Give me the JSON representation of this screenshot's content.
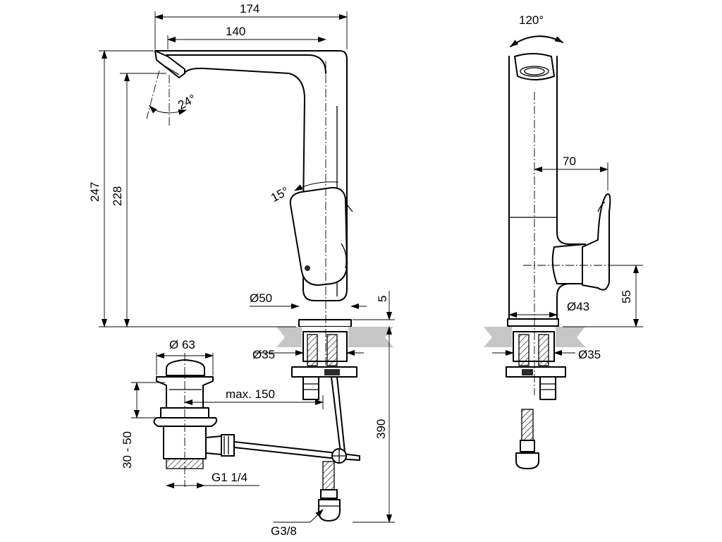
{
  "dimensions": {
    "width_total": "174",
    "width_spout": "140",
    "spout_angle": "24°",
    "height_total": "247",
    "height_outlet": "228",
    "lever_angle": "15°",
    "base_diameter": "Ø50",
    "base_height": "5",
    "shank_diameter_front": "Ø35",
    "waste_diameter": "Ø 63",
    "rod_length": "max. 150",
    "waste_adjust": "30 - 50",
    "waste_thread": "G1 1/4",
    "below_deck": "390",
    "hose_thread": "G3/8",
    "swivel_angle": "120°",
    "lever_reach": "70",
    "side_diameter": "Ø43",
    "side_height": "55",
    "shank_diameter_side": "Ø35"
  }
}
